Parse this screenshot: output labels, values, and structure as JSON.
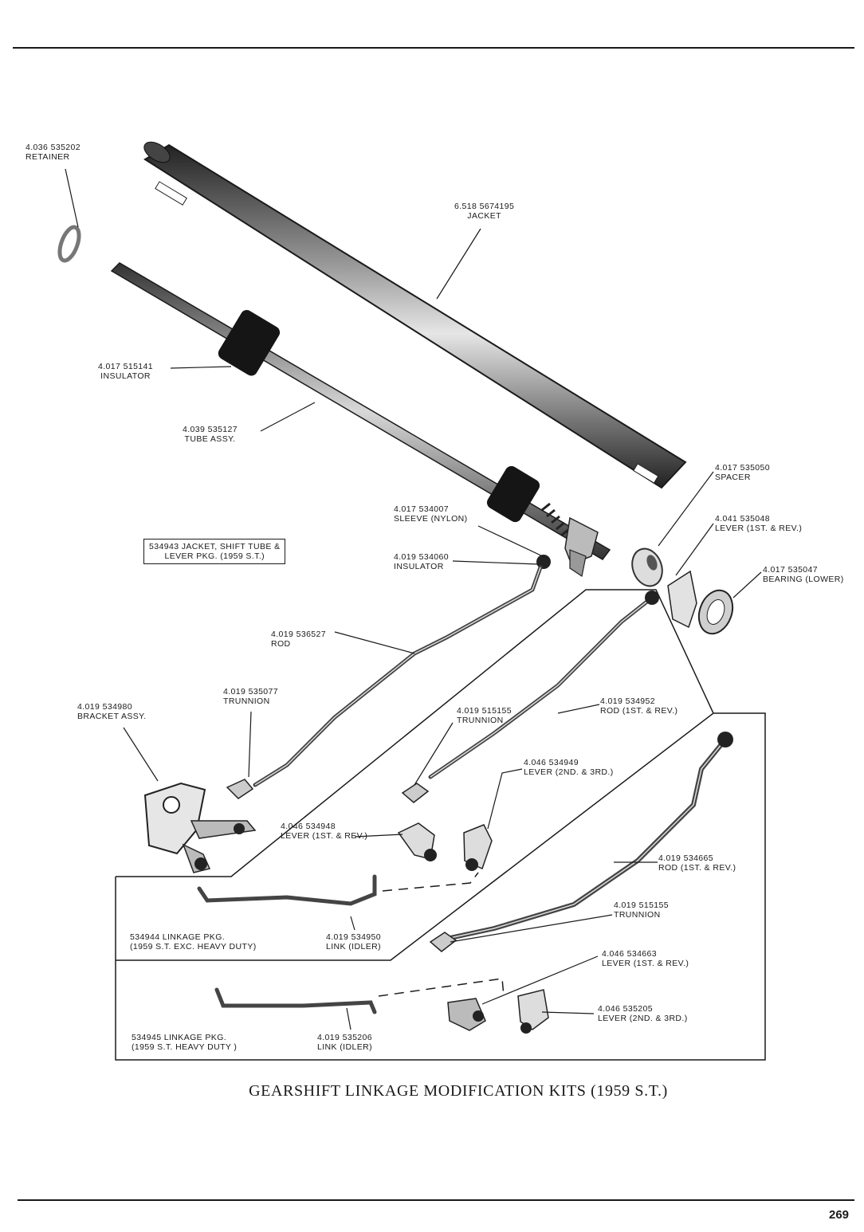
{
  "parts": {
    "retainer": {
      "number": "4.036 535202",
      "name": "RETAINER"
    },
    "jacket": {
      "number": "6.518 5674195",
      "name": "JACKET"
    },
    "insulator_upper": {
      "number": "4.017 515141",
      "name": "INSULATOR"
    },
    "tube_assy": {
      "number": "4.039 535127",
      "name": "TUBE ASSY."
    },
    "spacer": {
      "number": "4.017 535050",
      "name": "SPACER"
    },
    "sleeve": {
      "number": "4.017 534007",
      "name": "SLEEVE (NYLON)"
    },
    "lever_1st_rev_upper": {
      "number": "4.041 535048",
      "name": "LEVER (1ST. & REV.)"
    },
    "bearing_lower": {
      "number": "4.017 535047",
      "name": "BEARING (LOWER)"
    },
    "insulator_lower": {
      "number": "4.019 534060",
      "name": "INSULATOR"
    },
    "rod": {
      "number": "4.019 536527",
      "name": "ROD"
    },
    "trunnion_left": {
      "number": "4.019 535077",
      "name": "TRUNNION"
    },
    "bracket_assy": {
      "number": "4.019 534980",
      "name": "BRACKET ASSY."
    },
    "trunnion_mid": {
      "number": "4.019 515155",
      "name": "TRUNNION"
    },
    "rod_1st_rev_mid": {
      "number": "4.019 534952",
      "name": "ROD (1ST. & REV.)"
    },
    "lever_2nd_3rd_mid": {
      "number": "4.046 534949",
      "name": "LEVER (2ND. & 3RD.)"
    },
    "lever_1st_rev_mid": {
      "number": "4.046 534948",
      "name": "LEVER (1ST. & REV.)"
    },
    "rod_1st_rev_low": {
      "number": "4.019 534665",
      "name": "ROD (1ST. & REV.)"
    },
    "trunnion_low": {
      "number": "4.019 515155",
      "name": "TRUNNION"
    },
    "link_idler_mid": {
      "number": "4.019 534950",
      "name": "LINK (IDLER)"
    },
    "lever_1st_rev_low": {
      "number": "4.046 534663",
      "name": "LEVER (1ST. & REV.)"
    },
    "lever_2nd_3rd_low": {
      "number": "4.046 535205",
      "name": "LEVER (2ND. & 3RD.)"
    },
    "link_idler_low": {
      "number": "4.019 535206",
      "name": "LINK (IDLER)"
    }
  },
  "kits": {
    "jacket_pkg": {
      "line1": "534943 JACKET, SHIFT TUBE &",
      "line2": "LEVER PKG. (1959 S.T.)"
    },
    "linkage_pkg_std": {
      "line1": "534944 LINKAGE PKG.",
      "line2": "(1959 S.T. EXC. HEAVY DUTY)"
    },
    "linkage_pkg_hd": {
      "line1": "534945 LINKAGE PKG.",
      "line2": "(1959 S.T. HEAVY DUTY )"
    }
  },
  "caption": "GEARSHIFT LINKAGE MODIFICATION KITS (1959 S.T.)",
  "page_number": "269"
}
